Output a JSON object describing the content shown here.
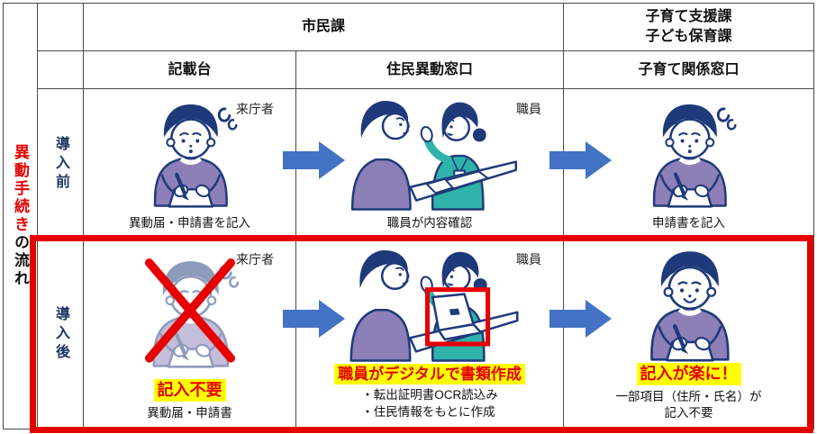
{
  "diagram_title_vertical": {
    "red_part": "異動手続き",
    "black_part": "の流れ"
  },
  "column_headers": {
    "dept_group_1": "市民課",
    "dept_group_2_line1": "子育て支援課",
    "dept_group_2_line2": "子ども保育課",
    "sub_col_1": "記載台",
    "sub_col_2": "住民異動窓口",
    "sub_col_3": "子育て関係窓口"
  },
  "row_before": {
    "label": "導入前",
    "cell_kisaidai": {
      "person_label": "来庁者",
      "caption": "異動届・申請書を記入"
    },
    "cell_madoguchi": {
      "person_label": "職員",
      "caption": "職員が内容確認"
    },
    "cell_kosodate": {
      "caption": "申請書を記入"
    }
  },
  "row_after": {
    "label": "導入後",
    "cell_kisaidai": {
      "person_label": "来庁者",
      "highlight": "記入不要",
      "caption": "異動届・申請書"
    },
    "cell_madoguchi": {
      "person_label": "職員",
      "highlight": "職員がデジタルで書類作成",
      "bullet_1": "・転出証明書OCR読込み",
      "bullet_2": "・住民情報をもとに作成"
    },
    "cell_kosodate": {
      "highlight": "記入が楽に！",
      "caption_line1": "一部項目（住所・氏名）が",
      "caption_line2": "記入不要"
    }
  },
  "icons": {
    "flow_arrow": "arrow-right",
    "rejected_mark": "red-x-cross",
    "laptop_highlight": "red-box-around-laptop"
  },
  "colors": {
    "arrow_blue": "#4472c4",
    "frame_red": "#e60000",
    "highlight_yellow": "#ffff00",
    "highlight_text_red": "#e60000",
    "illustration_navy": "#1f3a7a",
    "illustration_purple": "#8d7fb8",
    "illustration_teal": "#2fb3ab",
    "row_label_navy": "#1f3864"
  }
}
